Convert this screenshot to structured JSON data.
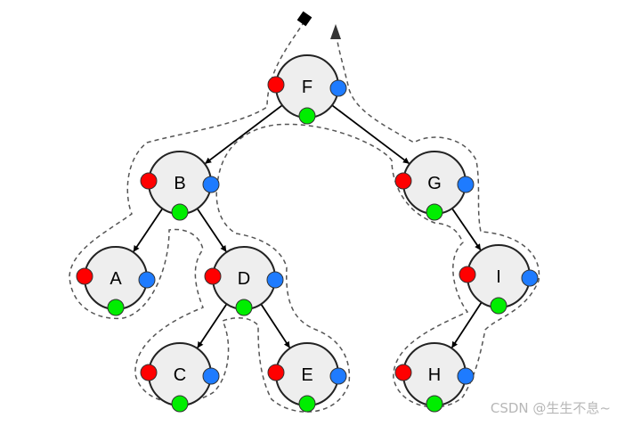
{
  "tree": {
    "nodes": [
      {
        "id": "F",
        "label": "F"
      },
      {
        "id": "B",
        "label": "B"
      },
      {
        "id": "G",
        "label": "G"
      },
      {
        "id": "A",
        "label": "A"
      },
      {
        "id": "D",
        "label": "D"
      },
      {
        "id": "I",
        "label": "I"
      },
      {
        "id": "C",
        "label": "C"
      },
      {
        "id": "E",
        "label": "E"
      },
      {
        "id": "H",
        "label": "H"
      }
    ],
    "edges": [
      {
        "from": "F",
        "to": "B"
      },
      {
        "from": "F",
        "to": "G"
      },
      {
        "from": "B",
        "to": "A"
      },
      {
        "from": "B",
        "to": "D"
      },
      {
        "from": "D",
        "to": "C"
      },
      {
        "from": "D",
        "to": "E"
      },
      {
        "from": "G",
        "to": "I"
      },
      {
        "from": "I",
        "to": "H"
      }
    ],
    "colors": {
      "node_fill": "#eeeeee",
      "node_stroke": "#222222",
      "pre_dot": "#ff0000",
      "in_dot": "#00ee00",
      "post_dot": "#1e7bff",
      "traversal_path": "#555555"
    }
  },
  "watermark": "CSDN @生生不息~"
}
